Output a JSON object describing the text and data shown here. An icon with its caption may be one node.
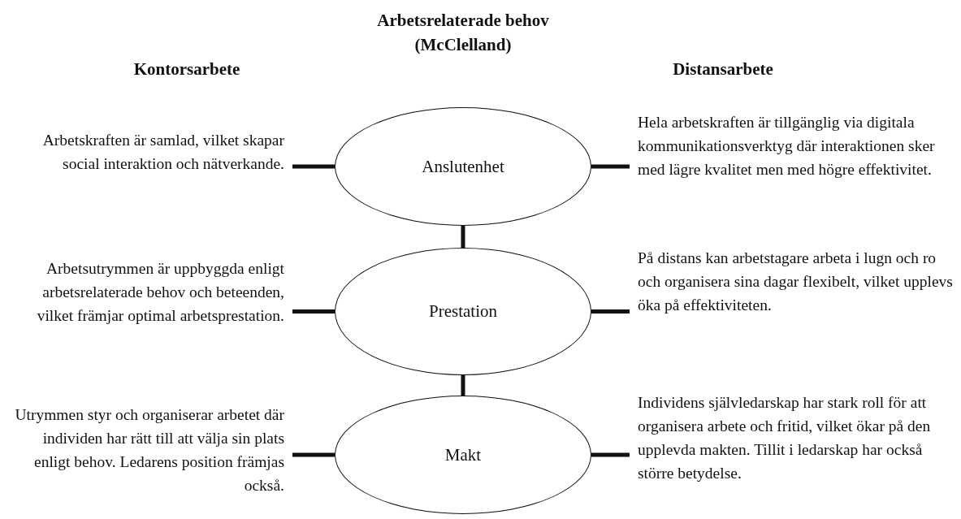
{
  "diagram": {
    "nodes": [
      {
        "text": [
          "Anslutenhet"
        ]
      },
      {
        "text": [
          "Prestation"
        ]
      },
      {
        "text": [
          "Makt"
        ]
      },
      {
        "text": [
          "Arbetskraften är samlad, vilket skapar social interaktion och nätverkande."
        ]
      },
      {
        "text": [
          "Arbetsutrymmen är uppbyggda enligt arbetsrelaterade behov och beteenden, vilket främjar optimal arbetsprestation."
        ]
      },
      {
        "text": [
          "Utrymmen styr och organiserar arbetet där individen har rätt till att välja sin plats enligt behov. Ledarens position främjas också."
        ]
      },
      {
        "text": [
          "Hela arbetskraften är tillgänglig via digitala kommunikationsverktyg där interaktionen sker med lägre kvalitet men med högre effektivitet."
        ]
      },
      {
        "text": [
          "På distans kan arbetstagare arbeta i lugn och ro och organisera sina dagar flexibelt, vilket upplevs öka på effektiviteten."
        ]
      },
      {
        "text": [
          "Individens självledarskap har stark roll för att organisera arbete och fritid, vilket ökar på den upplevda makten. Tillit i ledarskap har också större betydelse."
        ]
      }
    ],
    "edges": [
      {
        "from": 0,
        "to": 1,
        "arrow": "none"
      },
      {
        "from": 1,
        "to": 2,
        "arrow": "none"
      },
      {
        "from": 0,
        "to": 3,
        "arrow": "none"
      },
      {
        "from": 0,
        "to": 6,
        "arrow": "none"
      },
      {
        "from": 1,
        "to": 4,
        "arrow": "none"
      },
      {
        "from": 1,
        "to": 7,
        "arrow": "none"
      },
      {
        "from": 2,
        "to": 5,
        "arrow": "none"
      },
      {
        "from": 2,
        "to": 8,
        "arrow": "none"
      }
    ],
    "labels": [
      "Kontorsarbete",
      "Arbetsrelaterade behov (McClelland)",
      "Distansarbete"
    ]
  }
}
